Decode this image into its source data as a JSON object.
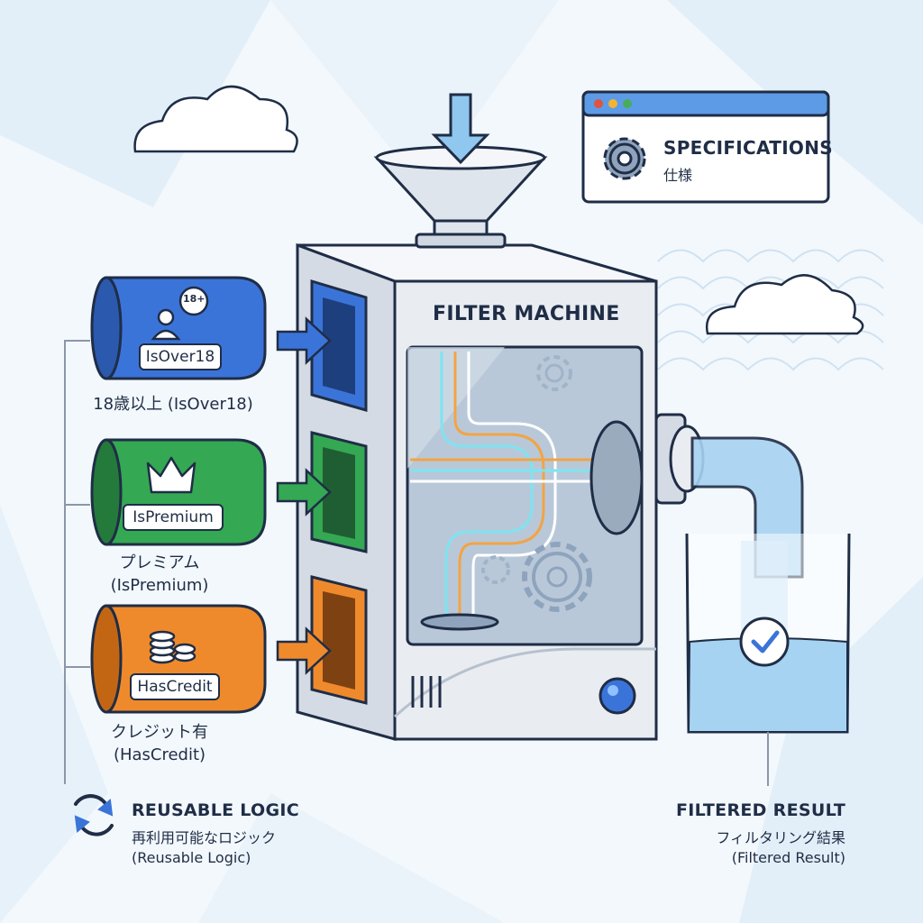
{
  "machine": {
    "title": "FILTER MACHINE"
  },
  "specs": {
    "title": "SPECIFICATIONS",
    "subtitle": "仕様"
  },
  "inputs": [
    {
      "tag": "IsOver18",
      "caption_line1": "18歳以上 (IsOver18)",
      "caption_line2": "",
      "color": "#3b74d9",
      "badge": "18+"
    },
    {
      "tag": "IsPremium",
      "caption_line1": "プレミアム",
      "caption_line2": "(IsPremium)",
      "color": "#34a853"
    },
    {
      "tag": "HasCredit",
      "caption_line1": "クレジット有",
      "caption_line2": "(HasCredit)",
      "color": "#ef8a2c"
    }
  ],
  "reusable": {
    "title": "REUSABLE LOGIC",
    "jp": "再利用可能なロジック",
    "en": "(Reusable Logic)"
  },
  "result": {
    "title": "FILTERED RESULT",
    "jp": "フィルタリング結果",
    "en": "(Filtered Result)"
  },
  "colors": {
    "outline": "#1f2d46",
    "machine": "#e9edf2",
    "water": "#a7d3f2",
    "accent_blue": "#3b74d9"
  }
}
